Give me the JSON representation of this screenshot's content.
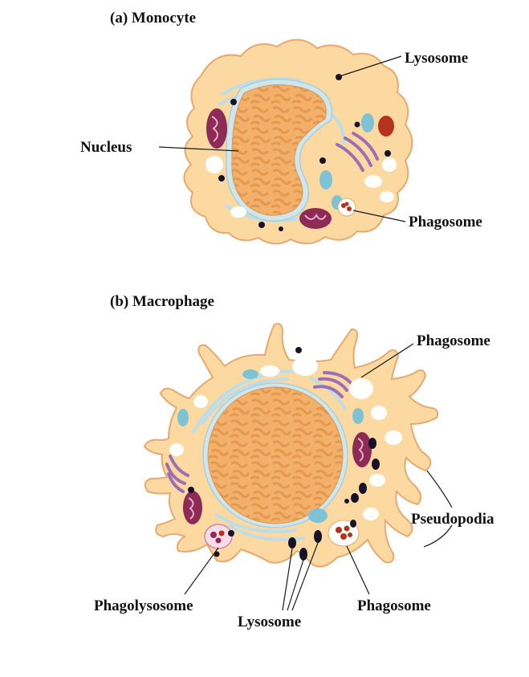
{
  "panels": {
    "monocyte": {
      "title": "(a) Monocyte",
      "labels": {
        "lysosome": "Lysosome",
        "nucleus": "Nucleus",
        "phagosome": "Phagosome"
      }
    },
    "macrophage": {
      "title": "(b) Macrophage",
      "labels": {
        "phagosome_top": "Phagosome",
        "pseudopodia": "Pseudopodia",
        "phagolysosome": "Phagolysosome",
        "lysosome": "Lysosome",
        "phagosome_bottom": "Phagosome"
      }
    }
  },
  "colors": {
    "cytoplasm": "#fbd9a1",
    "cytoplasm_outline": "#e8a970",
    "nucleus": "#f2b06b",
    "nucleus_dark": "#e59a50",
    "nuclear_envelope": "#cfe6ec",
    "er": "#bfdde6",
    "mitochondria": "#8e2a56",
    "golgi": "#9c6fb5",
    "vesicle_blue": "#7ec2d6",
    "lysosome_dot": "#15122a",
    "phagosome_red": "#b5321c"
  }
}
